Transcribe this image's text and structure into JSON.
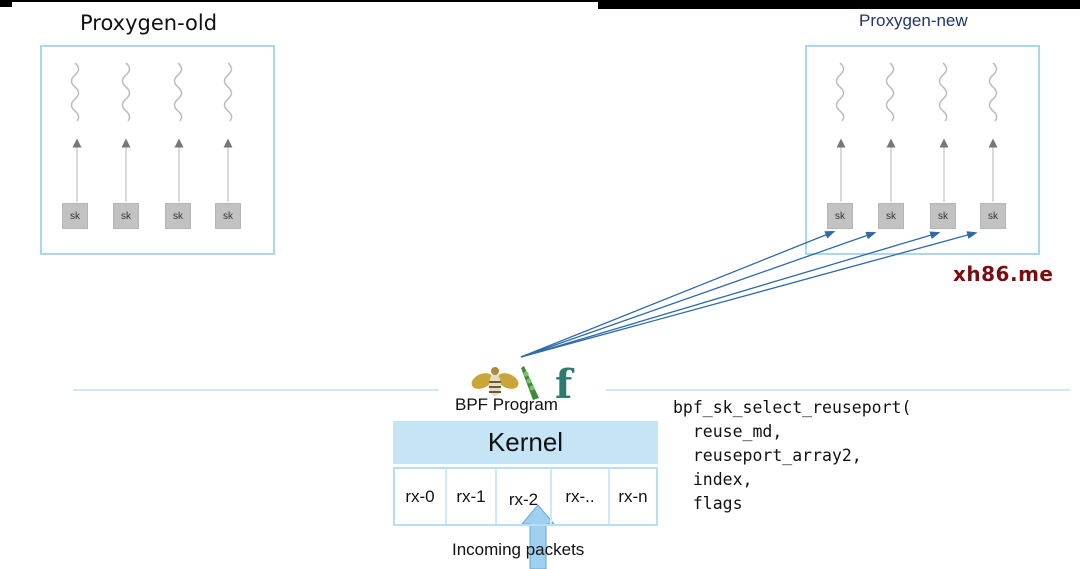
{
  "titles": {
    "old": "Proxygen-old",
    "new": "Proxygen-new"
  },
  "old_sockets": [
    "sk",
    "sk",
    "sk",
    "sk"
  ],
  "new_sockets": [
    "sk",
    "sk",
    "sk",
    "sk"
  ],
  "watermark": "xh86.me",
  "bpf": {
    "label": "BPF Program",
    "icons": [
      "bee-icon",
      "pea-pod-icon",
      "f-letter-icon"
    ]
  },
  "kernel": {
    "label": "Kernel",
    "rx_queues": [
      "rx-0",
      "rx-1",
      "rx-2",
      "rx-..",
      "rx-n"
    ]
  },
  "incoming_label": "Incoming packets",
  "code": {
    "lines": [
      "bpf_sk_select_reuseport(",
      "  reuse_md,",
      "  reuseport_array2,",
      "  index,",
      "  flags"
    ]
  },
  "colors": {
    "panel_border": "#a7d8f0",
    "kernel_fill": "#c5e5f7",
    "arrow_blue": "#2f6aa8",
    "packet_arrow": "#9fd0ef",
    "title_new": "#23356b",
    "watermark": "#7b0c10"
  }
}
